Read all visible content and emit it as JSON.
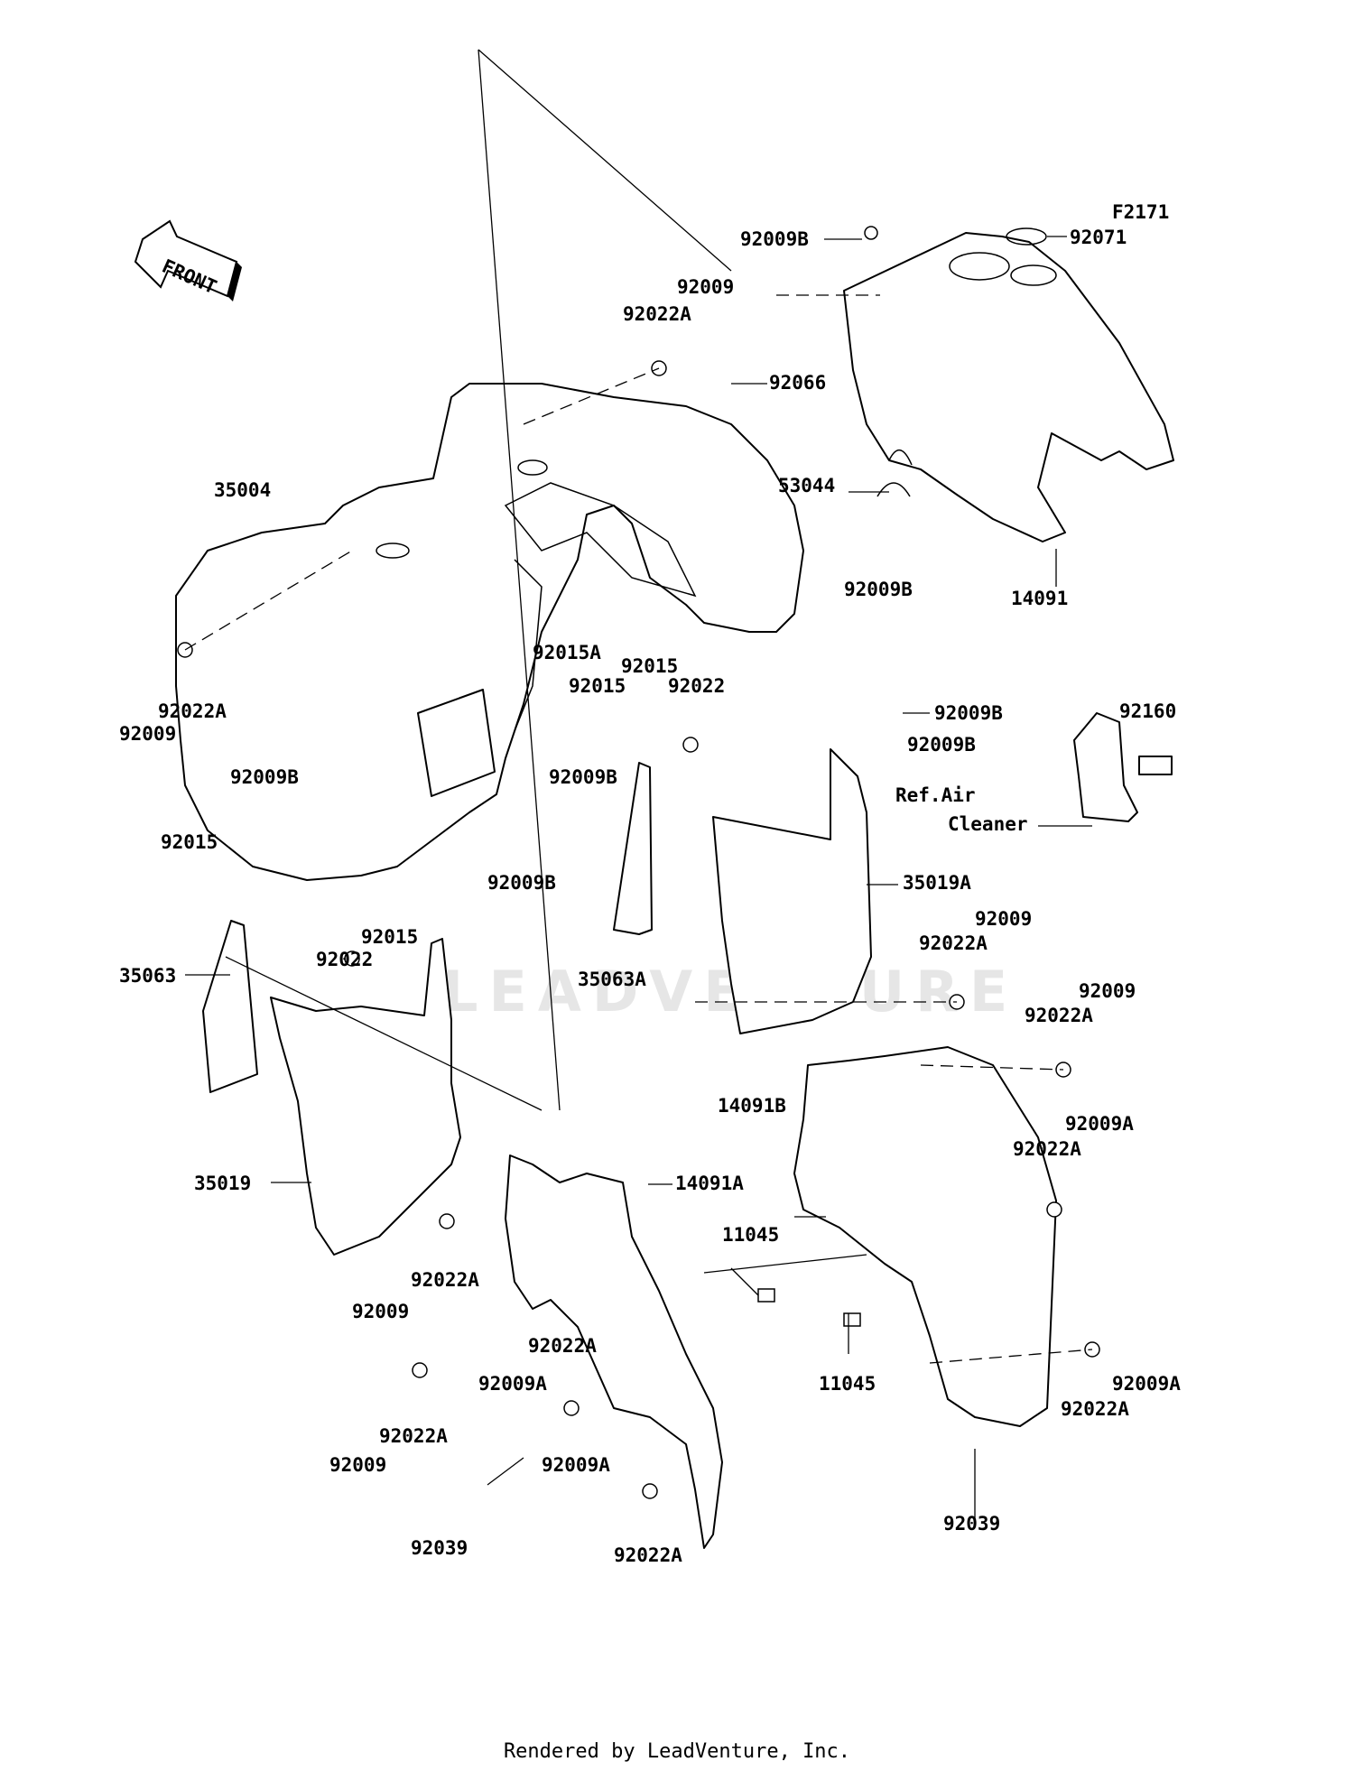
{
  "figure_code": "F2171",
  "front_arrow_text": "FRONT",
  "watermark": "LEADVENTURE",
  "footer": "Rendered by LeadVenture, Inc.",
  "callouts": [
    "92009B",
    "92071",
    "92009",
    "92022A",
    "92066",
    "53044",
    "92009B",
    "14091",
    "35004",
    "92022A",
    "92009",
    "92015A",
    "92015",
    "92015",
    "92022",
    "92009B",
    "92009B",
    "92160",
    "Ref.Air",
    "Cleaner",
    "92009B",
    "92009B",
    "92009B",
    "35019A",
    "92015",
    "92015",
    "92022",
    "35063",
    "35063A",
    "92009",
    "92022A",
    "92009",
    "92022A",
    "14091B",
    "92009A",
    "92022A",
    "35019",
    "14091A",
    "11045",
    "92022A",
    "92009",
    "11045",
    "92022A",
    "92009A",
    "92009",
    "92022A",
    "92009A",
    "92022A",
    "92009A",
    "92039",
    "92022A",
    "92039"
  ]
}
